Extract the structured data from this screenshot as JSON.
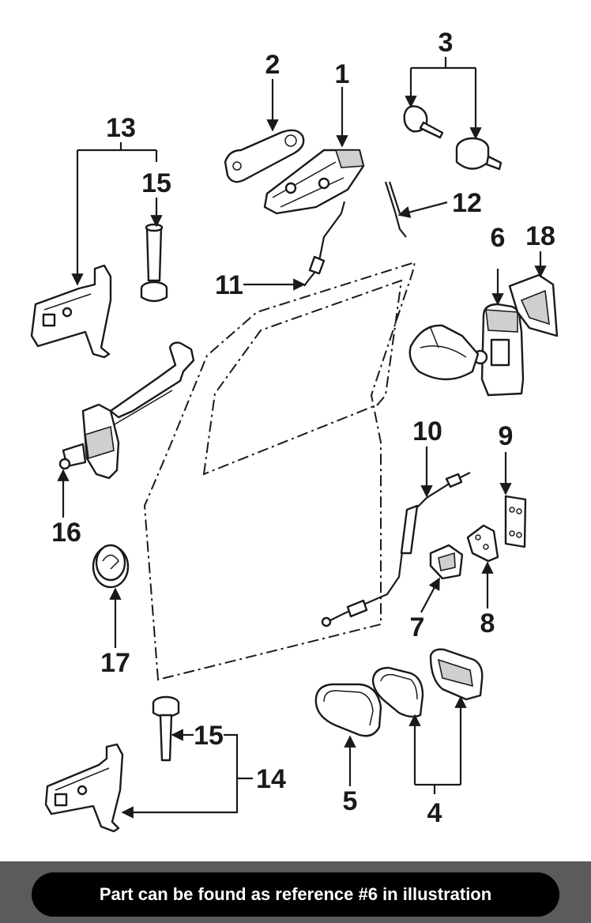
{
  "callouts": {
    "c1": "1",
    "c2": "2",
    "c3": "3",
    "c4": "4",
    "c5": "5",
    "c6": "6",
    "c7": "7",
    "c8": "8",
    "c9": "9",
    "c10": "10",
    "c11": "11",
    "c12": "12",
    "c13": "13",
    "c14": "14",
    "c15a": "15",
    "c15b": "15",
    "c16": "16",
    "c17": "17",
    "c18": "18"
  },
  "caption": "Part can be found as reference #6 in illustration",
  "colors": {
    "footer_bg": "#5b5b5b",
    "pill_bg": "#000000",
    "pill_text": "#ffffff",
    "line": "#1a1a1a"
  }
}
